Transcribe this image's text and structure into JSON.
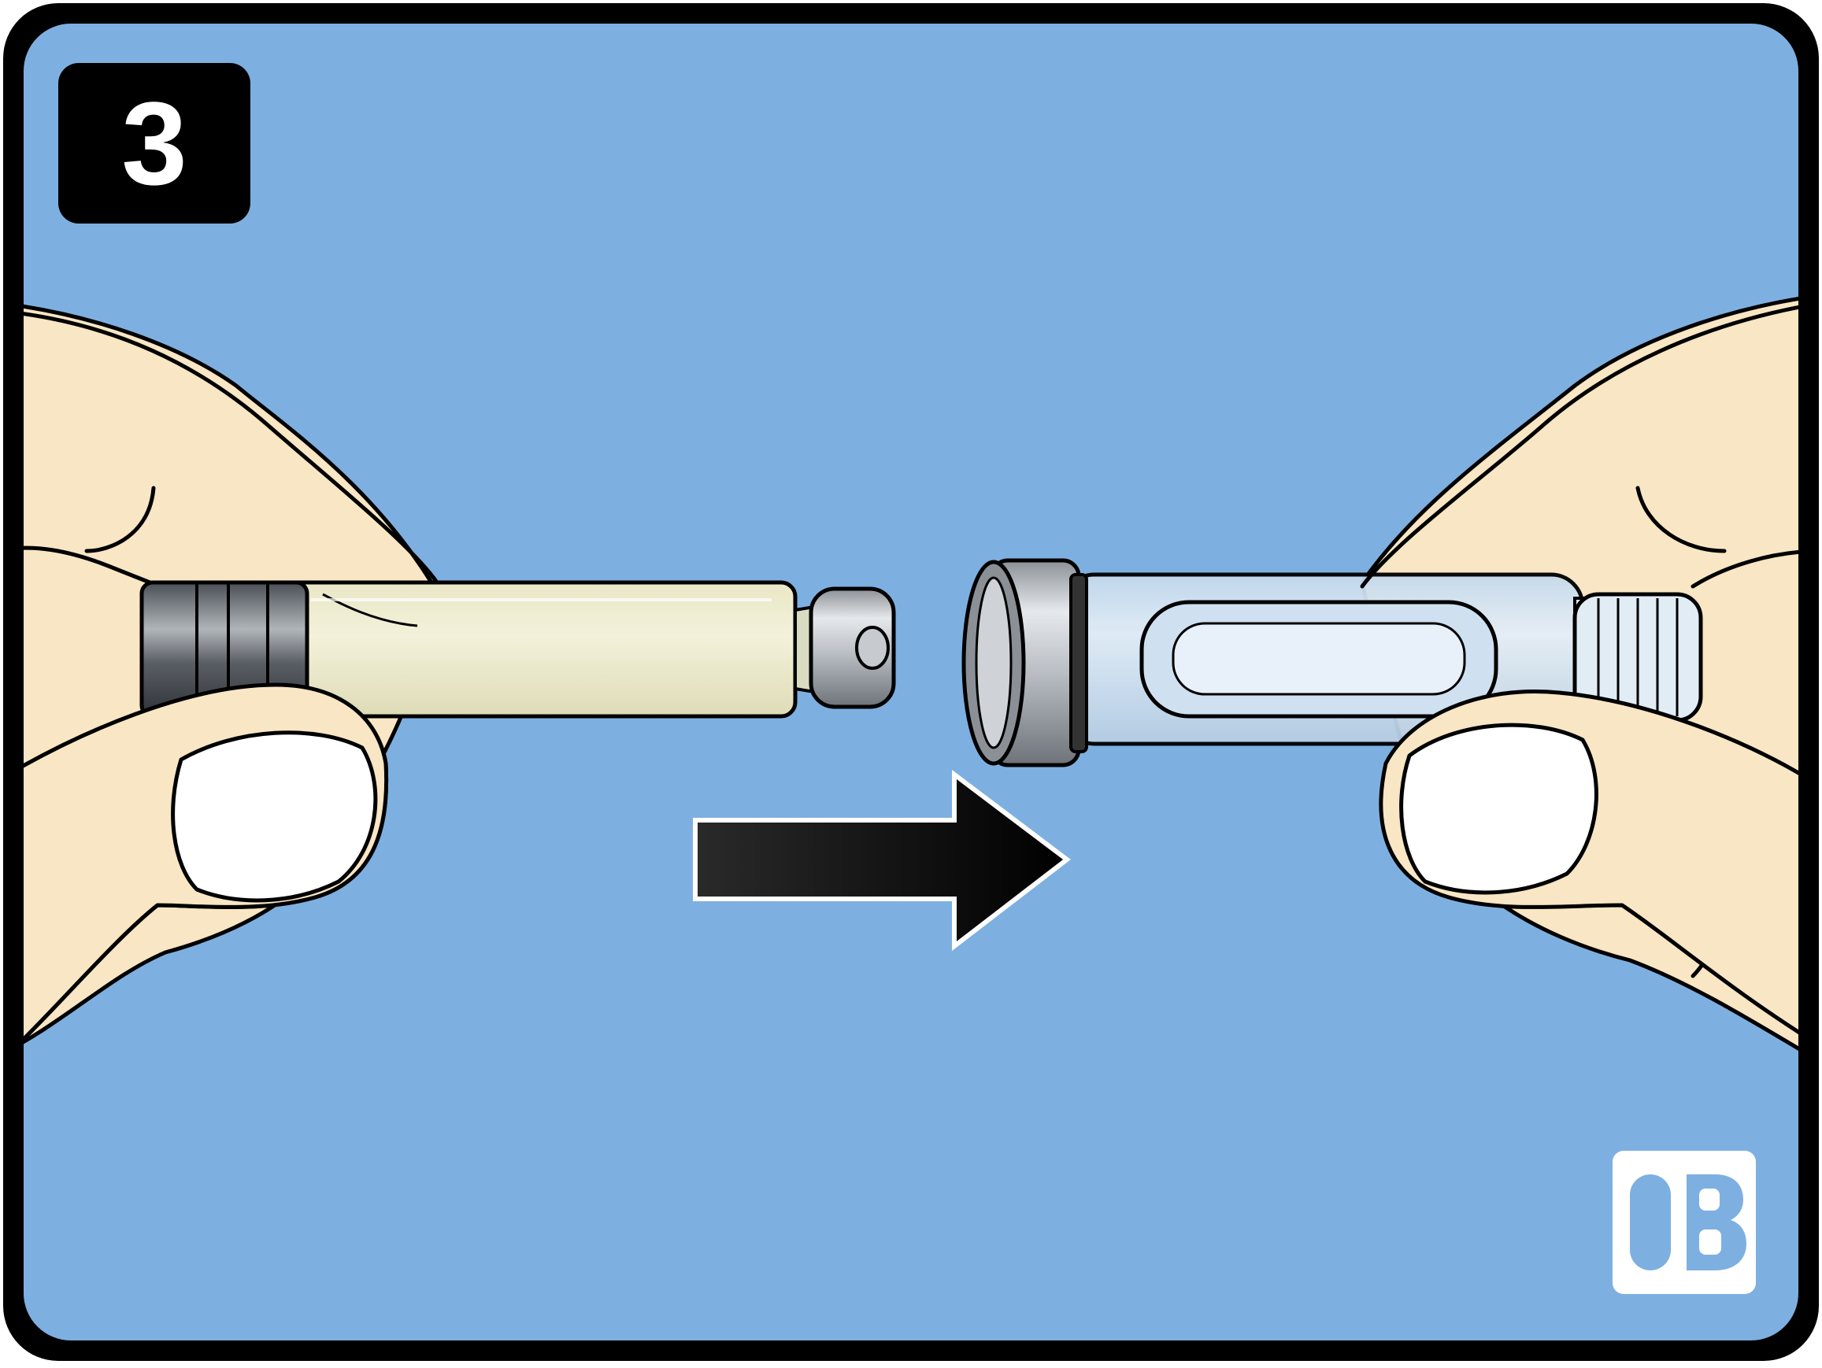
{
  "step": {
    "number": "3"
  },
  "logo": {
    "text": "OB"
  },
  "colors": {
    "background": "#7DB0E0",
    "frame": "#000000",
    "skin": "#F8E6C4",
    "nail": "#FFFFFF",
    "liquid": "#F1EFD2",
    "glass": "#D8E8F5",
    "metal": "#B9BEC4",
    "arrow": "#000000"
  },
  "scene": {
    "left_hand": "hand-holding-cartridge",
    "right_hand": "hand-holding-cartridge-holder",
    "arrow_direction": "right",
    "icons": [
      "cartridge-icon",
      "cartridge-holder-icon",
      "arrow-right-icon"
    ]
  }
}
